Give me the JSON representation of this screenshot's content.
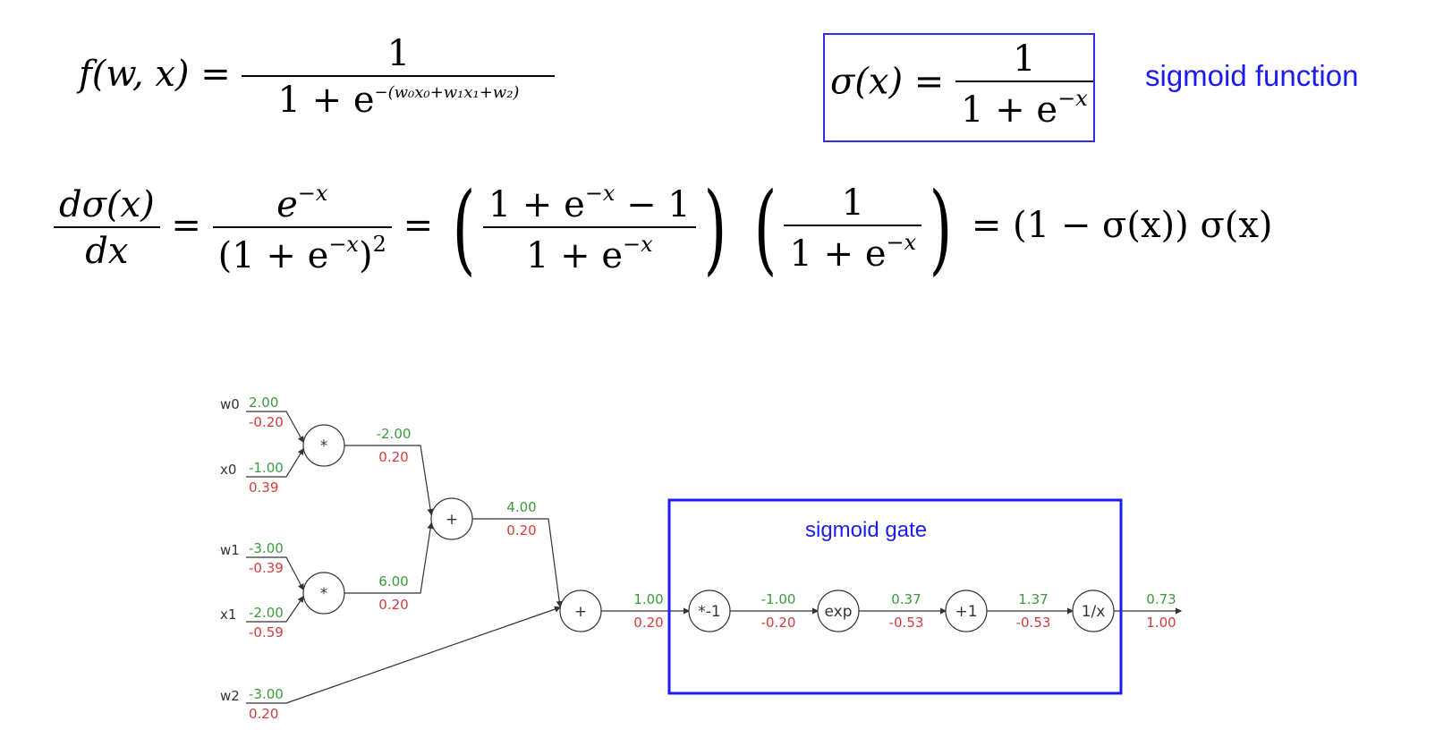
{
  "equations": {
    "f_lhs": "f(w, x) =",
    "f_num": "1",
    "f_den_base": "1 + e",
    "f_den_exp": "−(w₀x₀+w₁x₁+w₂)",
    "sigma_lhs": "σ(x) =",
    "sigma_num": "1",
    "sigma_den_base": "1 + e",
    "sigma_den_exp": "−x",
    "sigmoid_function_label": "sigmoid function",
    "deriv_num": "dσ(x)",
    "deriv_den": "dx",
    "eq": "=",
    "t1_num_base": "e",
    "t1_num_exp": "−x",
    "t1_den": "(1 + e",
    "t1_den_exp": "−x",
    "t1_den_close": ")",
    "t1_den_sq": "2",
    "t2_num": "1 + e",
    "t2_num_exp": "−x",
    "t2_num_tail": " − 1",
    "t2_den": "1 + e",
    "t2_den_exp": "−x",
    "t3_num": "1",
    "t3_den": "1 + e",
    "t3_den_exp": "−x",
    "result": "(1 − σ(x)) σ(x)"
  },
  "diagram": {
    "sigmoid_gate_label": "sigmoid gate",
    "inputs": [
      {
        "name": "w0",
        "fwd": "2.00",
        "bwd": "-0.20"
      },
      {
        "name": "x0",
        "fwd": "-1.00",
        "bwd": "0.39"
      },
      {
        "name": "w1",
        "fwd": "-3.00",
        "bwd": "-0.39"
      },
      {
        "name": "x1",
        "fwd": "-2.00",
        "bwd": "-0.59"
      },
      {
        "name": "w2",
        "fwd": "-3.00",
        "bwd": "0.20"
      }
    ],
    "gates": [
      {
        "op": "*"
      },
      {
        "op": "*"
      },
      {
        "op": "+"
      },
      {
        "op": "+"
      },
      {
        "op": "*-1"
      },
      {
        "op": "exp"
      },
      {
        "op": "+1"
      },
      {
        "op": "1/x"
      }
    ],
    "edges": [
      {
        "fwd": "-2.00",
        "bwd": "0.20"
      },
      {
        "fwd": "6.00",
        "bwd": "0.20"
      },
      {
        "fwd": "4.00",
        "bwd": "0.20"
      },
      {
        "fwd": "1.00",
        "bwd": "0.20"
      },
      {
        "fwd": "-1.00",
        "bwd": "-0.20"
      },
      {
        "fwd": "0.37",
        "bwd": "-0.53"
      },
      {
        "fwd": "1.37",
        "bwd": "-0.53"
      },
      {
        "fwd": "0.73",
        "bwd": "1.00"
      }
    ],
    "colors": {
      "forward": "#3c9a3c",
      "backward": "#d23c3c",
      "highlight": "#1c1cf0"
    }
  }
}
